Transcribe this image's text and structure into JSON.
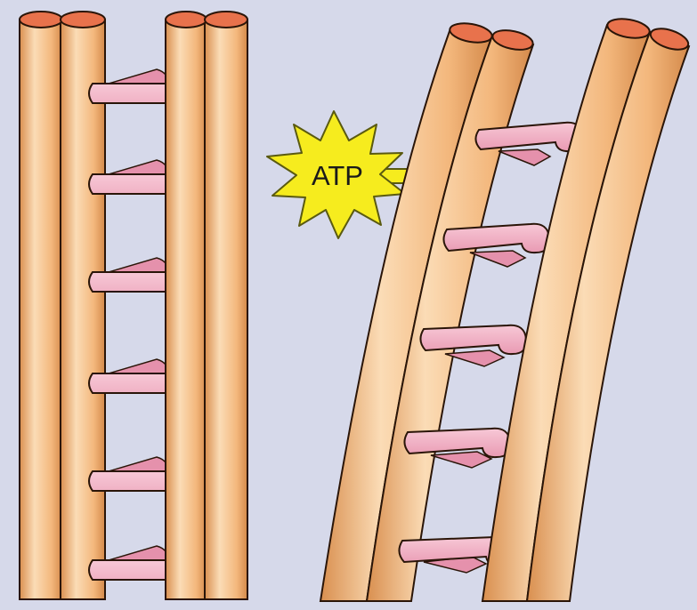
{
  "energy": {
    "label": "ATP",
    "burst_color": "#f6ec1e",
    "burst_outline": "#5a5a10"
  },
  "colors": {
    "background": "#d6d9ea",
    "tubule_fill": "#f3b77c",
    "tubule_highlight": "#fbdcb6",
    "tubule_outline": "#2a1508",
    "tubule_end": "#e8724c",
    "dynein_arm": "#f2b1c3",
    "dynein_shadow": "#e591ac"
  },
  "panels": [
    {
      "state": "straight",
      "arm_count": 6
    },
    {
      "state": "bent",
      "arm_count": 5
    }
  ]
}
